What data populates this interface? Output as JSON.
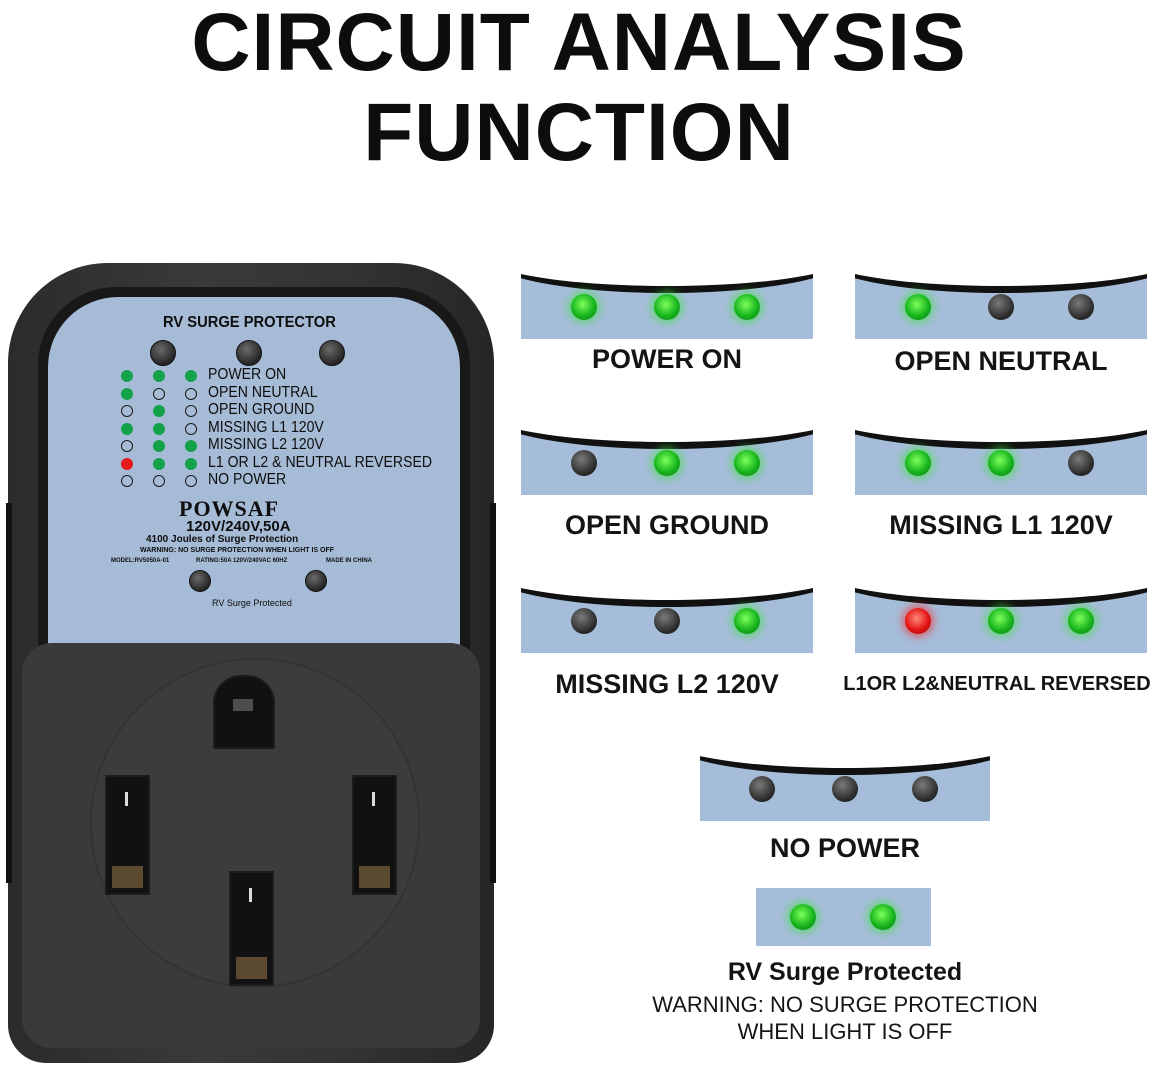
{
  "title": {
    "line1": "CIRCUIT ANALYSIS",
    "line2": "FUNCTION"
  },
  "device": {
    "header": "RV SURGE PROTECTOR",
    "legend": [
      {
        "label": "POWER ON",
        "leds": [
          "green",
          "green",
          "green"
        ]
      },
      {
        "label": "OPEN NEUTRAL",
        "leds": [
          "green",
          "off",
          "off"
        ]
      },
      {
        "label": "OPEN GROUND",
        "leds": [
          "off",
          "green",
          "off"
        ]
      },
      {
        "label": "MISSING L1 120V",
        "leds": [
          "green",
          "green",
          "off"
        ]
      },
      {
        "label": "MISSING L2 120V",
        "leds": [
          "off",
          "green",
          "green"
        ]
      },
      {
        "label": "L1 OR L2 & NEUTRAL REVERSED",
        "leds": [
          "red",
          "green",
          "green"
        ]
      },
      {
        "label": "NO POWER",
        "leds": [
          "off",
          "off",
          "off"
        ]
      }
    ],
    "brand": "POWSAF",
    "rating": "120V/240V,50A",
    "joules": "4100 Joules of Surge Protection",
    "warning": "WARNING: NO SURGE PROTECTION WHEN LIGHT IS OFF",
    "model": "MODEL:RV5050A-01",
    "rating_detail": "RATING:50A 120V/240VAC 60HZ",
    "made_in": "MADE IN CHINA",
    "protected_label": "RV Surge Protected"
  },
  "indicators": [
    {
      "label": "POWER ON",
      "leds": [
        "green",
        "green",
        "green"
      ]
    },
    {
      "label": "OPEN NEUTRAL",
      "leds": [
        "green",
        "off",
        "off"
      ]
    },
    {
      "label": "OPEN GROUND",
      "leds": [
        "off",
        "green",
        "green"
      ]
    },
    {
      "label": "MISSING L1 120V",
      "leds": [
        "green",
        "green",
        "off"
      ]
    },
    {
      "label": "MISSING L2 120V",
      "leds": [
        "off",
        "off",
        "green"
      ]
    },
    {
      "label": "L1OR L2&NEUTRAL REVERSED",
      "leds": [
        "red",
        "green",
        "green"
      ]
    },
    {
      "label": "NO POWER",
      "leds": [
        "off",
        "off",
        "off"
      ]
    }
  ],
  "protected": {
    "label": "RV Surge Protected",
    "leds": [
      "green",
      "green"
    ],
    "warning_line1": "WARNING: NO SURGE PROTECTION",
    "warning_line2": "WHEN LIGHT IS OFF"
  },
  "colors": {
    "panel_blue": "#a5bdd9",
    "led_green": "#17b51d",
    "led_red": "#e31414",
    "led_off": "#2b2b2b"
  }
}
